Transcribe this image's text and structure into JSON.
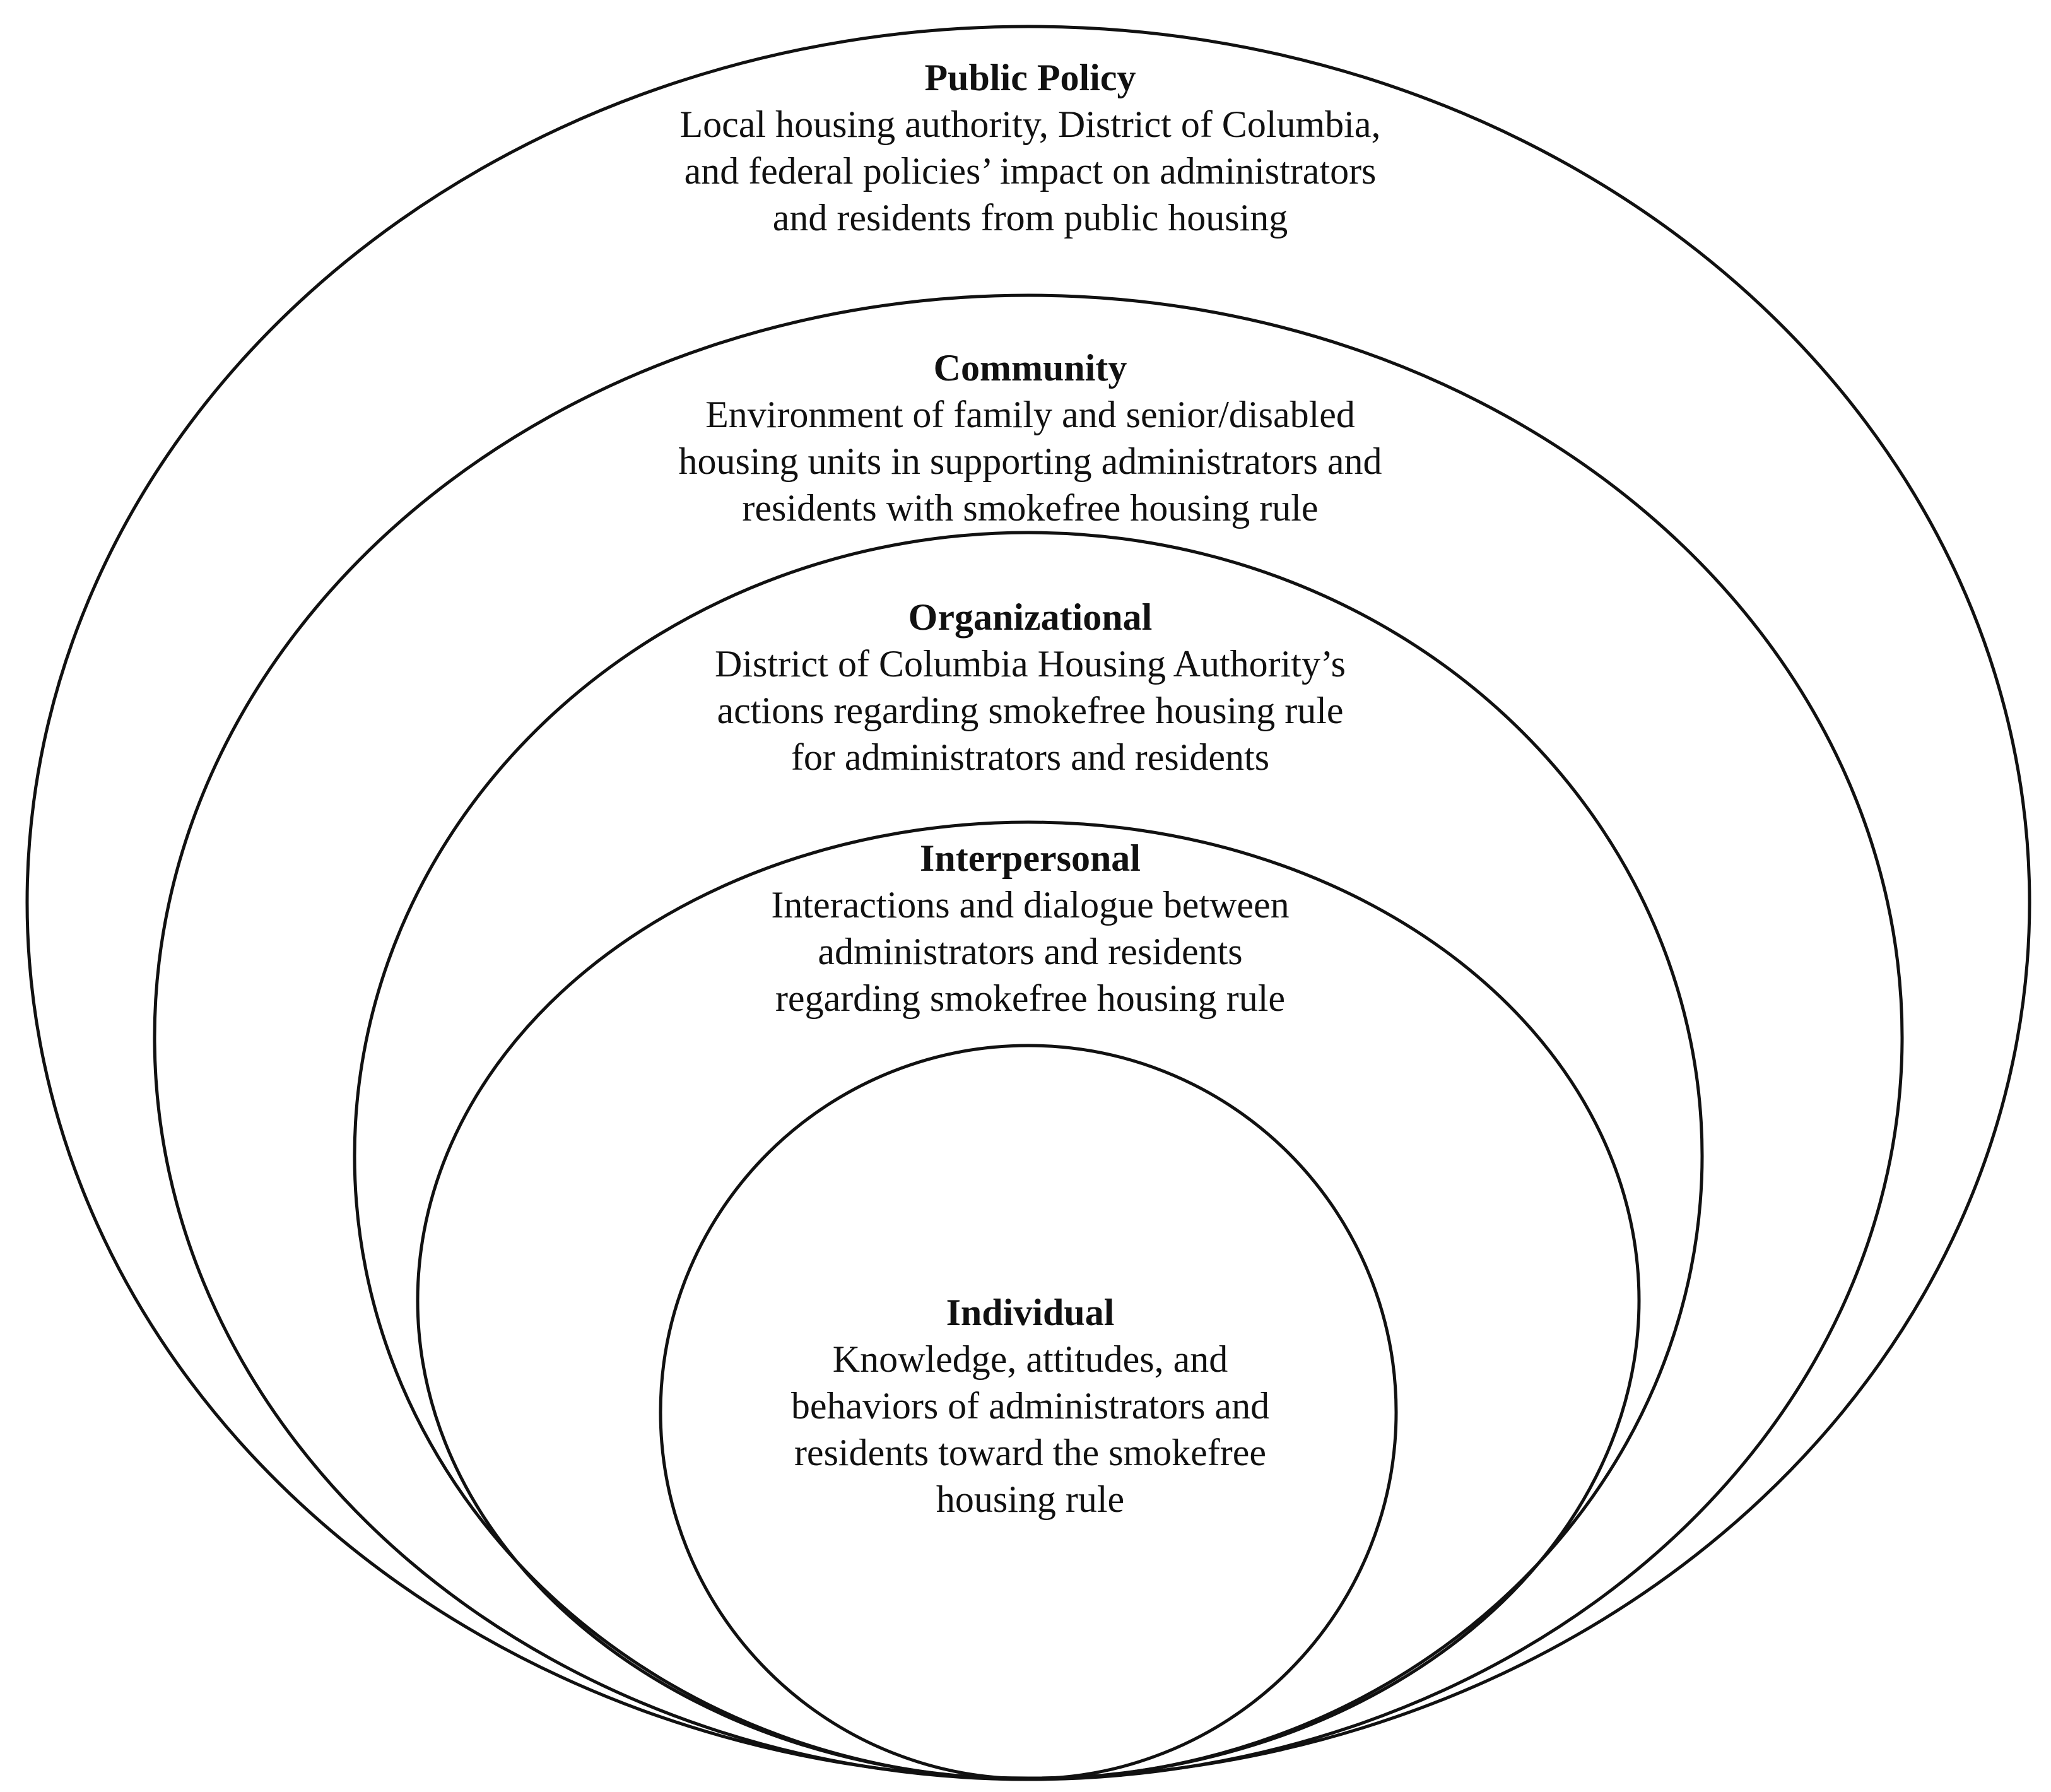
{
  "layers": [
    {
      "id": "public-policy",
      "title": "Public Policy",
      "lines": [
        "Local housing authority, District of Columbia,",
        "and federal policies’ impact on administrators",
        "and residents from public housing"
      ]
    },
    {
      "id": "community",
      "title": "Community",
      "lines": [
        "Environment of family and senior/disabled",
        "housing units in supporting administrators and",
        "residents with smokefree housing rule"
      ]
    },
    {
      "id": "organizational",
      "title": "Organizational",
      "lines": [
        "District of Columbia Housing Authority’s",
        "actions regarding smokefree housing rule",
        "for administrators and residents"
      ]
    },
    {
      "id": "interpersonal",
      "title": "Interpersonal",
      "lines": [
        "Interactions and dialogue between",
        "administrators and residents",
        "regarding smokefree housing rule"
      ]
    },
    {
      "id": "individual",
      "title": "Individual",
      "lines": [
        "Knowledge, attitudes, and",
        "behaviors of administrators and",
        "residents toward the smokefree",
        "housing rule"
      ]
    }
  ]
}
